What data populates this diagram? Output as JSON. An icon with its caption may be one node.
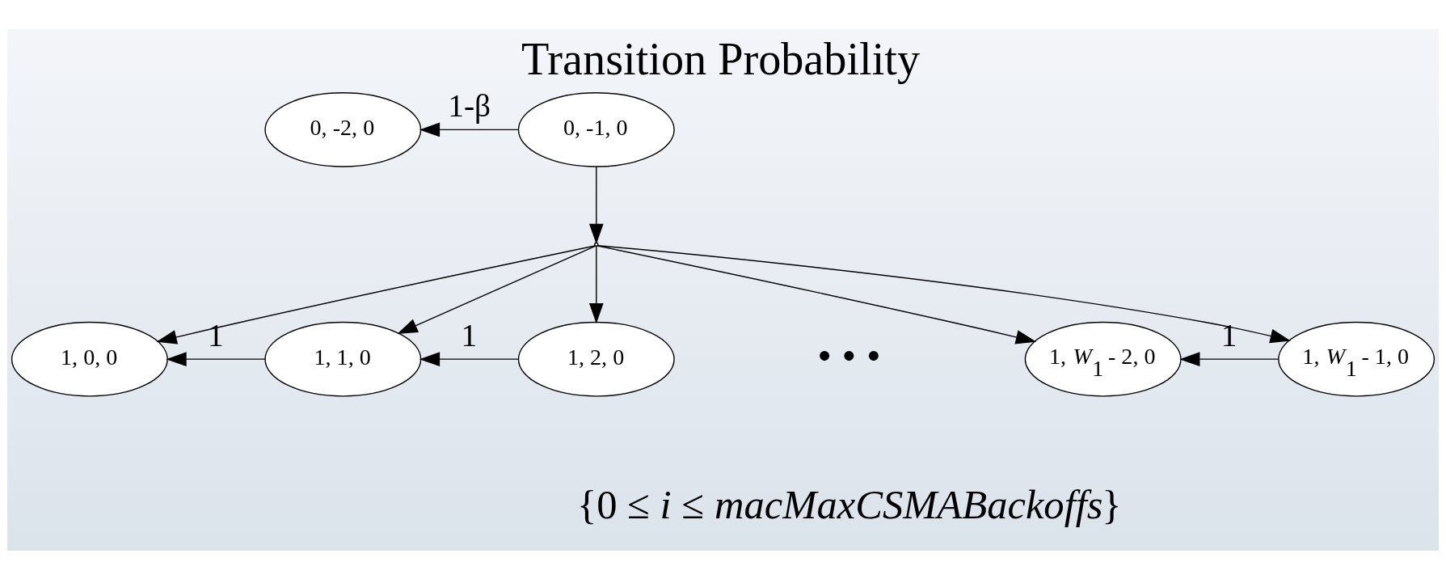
{
  "diagram": {
    "title": "Transition Probability",
    "nodes": [
      {
        "text": [
          "0, -2, 0"
        ]
      },
      {
        "text": [
          "0, -1, 0"
        ]
      },
      {
        "text": [],
        "shape": "point"
      },
      {
        "text": [
          "1, 0, 0"
        ]
      },
      {
        "text": [
          "1, 1, 0"
        ]
      },
      {
        "text": [
          "1, 2, 0"
        ]
      },
      {
        "text": [
          "1, *W*$_{1}$ - 2, 0"
        ]
      },
      {
        "text": [
          "1, *W*$_{1}$ - 1, 0"
        ]
      }
    ],
    "edges": [
      {
        "from": 1,
        "to": 0,
        "arrow": "to",
        "label": "1-β"
      },
      {
        "from": 1,
        "to": 2,
        "arrow": "to"
      },
      {
        "from": 2,
        "to": 3,
        "arrow": "to"
      },
      {
        "from": 2,
        "to": 4,
        "arrow": "to"
      },
      {
        "from": 2,
        "to": 5,
        "arrow": "to"
      },
      {
        "from": 2,
        "to": 6,
        "arrow": "to"
      },
      {
        "from": 2,
        "to": 7,
        "arrow": "to"
      },
      {
        "from": 4,
        "to": 3,
        "arrow": "to",
        "label": "1"
      },
      {
        "from": 5,
        "to": 4,
        "arrow": "to",
        "label": "1"
      },
      {
        "from": 7,
        "to": 6,
        "arrow": "to",
        "label": "1"
      }
    ],
    "labels": [
      "• • •",
      "{0 ≤ *i* ≤ *macMaxCSMABackoffs*}"
    ]
  }
}
